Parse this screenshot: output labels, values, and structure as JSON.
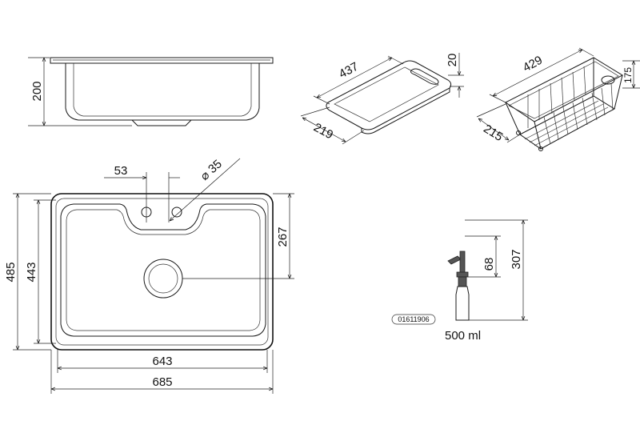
{
  "sink_side": {
    "height": "200"
  },
  "sink_top": {
    "tap_spacing": "53",
    "tap_hole_dia": "⌀ 35",
    "drain_offset": "267",
    "outer_depth": "485",
    "inner_depth": "443",
    "inner_width": "643",
    "outer_width": "685"
  },
  "cutting_board": {
    "length": "437",
    "width": "219",
    "thickness": "20"
  },
  "basket": {
    "length": "429",
    "width": "215",
    "height": "175"
  },
  "dispenser": {
    "total_height": "307",
    "pump_height": "68",
    "volume": "500 ml"
  },
  "part_number": "01611906"
}
